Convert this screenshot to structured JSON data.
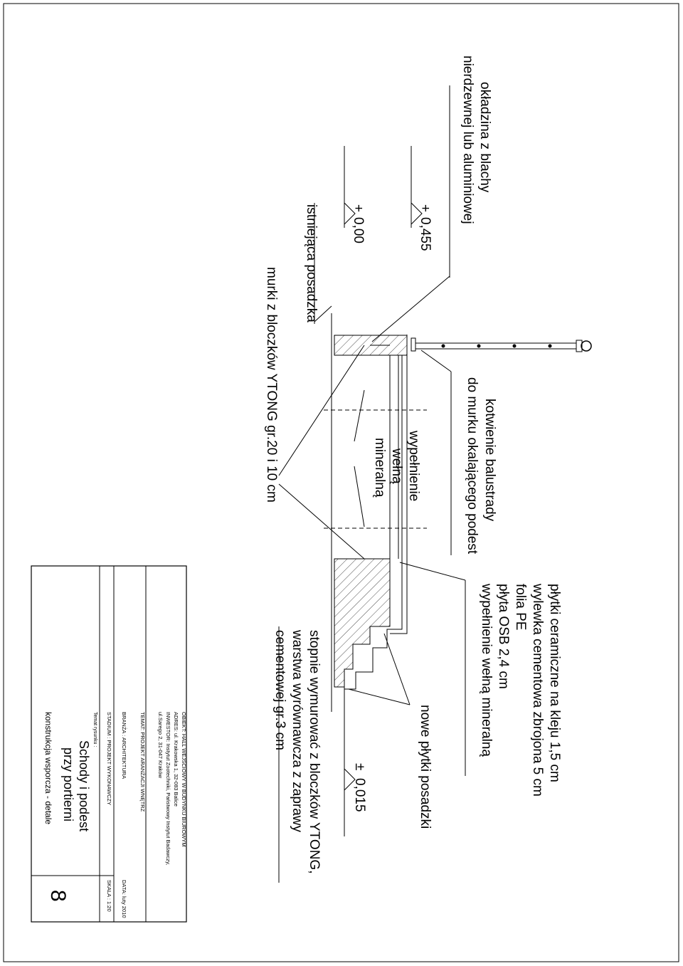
{
  "labels": {
    "cladding_line1": "okładzina z blachy",
    "cladding_line2": "nierdzewnej lub aluminiowej",
    "anchor_line1": "kotwienie balustrady",
    "anchor_line2": "do murku okalającego podest",
    "fill_line1": "wypełnienie",
    "fill_line2": "wełną",
    "fill_line3": "mineralną",
    "walls": "murki z bloczków YTONG gr.20 i 10 cm",
    "existing_floor": "istniejąca posadzka",
    "layers": [
      "płytki ceramiczne na kleju  1,5 cm",
      "wylewka cementowa zbrojona 5 cm",
      "folia PE",
      "płyta OSB  2,4 cm",
      "wypełnienie wełną mineralną"
    ],
    "new_tiles": "nowe płytki posadzki",
    "steps_line1": "stopnie wymurować z bloczków YTONG,",
    "steps_line2": "warstwa wyrównawcza z zaprawy",
    "steps_line3": "cementowej gr.3 cm"
  },
  "levels": {
    "top": "0,455",
    "top_sign": "+",
    "zero": "0,00",
    "zero_sign": "+",
    "step": "0,015",
    "step_sign": "±"
  },
  "title_block": {
    "obiekt": "OBIEKT: HALL WEJŚCIOWY W BUDYNKU BIUROWYM",
    "adres": "ADRES: ul. Krakowska 1, 32-083 Balice",
    "inwestor_1": "INWESTOR: Instytut Zootechniki, Państwowy Instytut Badawczy,",
    "inwestor_2": "ul.Sarego 2, 31-047 Kraków",
    "temat": "TEMAT: PROJEKT  ARANŻACJI WNĘTRZ",
    "branza": "BRANŻA : ARCHITEKTURA",
    "stadium": "STADIUM : PROJEKT  WYKONAWCZY",
    "data": "DATA:  luty 2010",
    "skala": "SKALA :   1:20",
    "temat_rysunku": "Temat rysunku :",
    "title_1": "Schody i podest",
    "title_2": "przy portierni",
    "subtitle": "konstrukcja wsporcza - detale",
    "sheet_no": "8"
  }
}
